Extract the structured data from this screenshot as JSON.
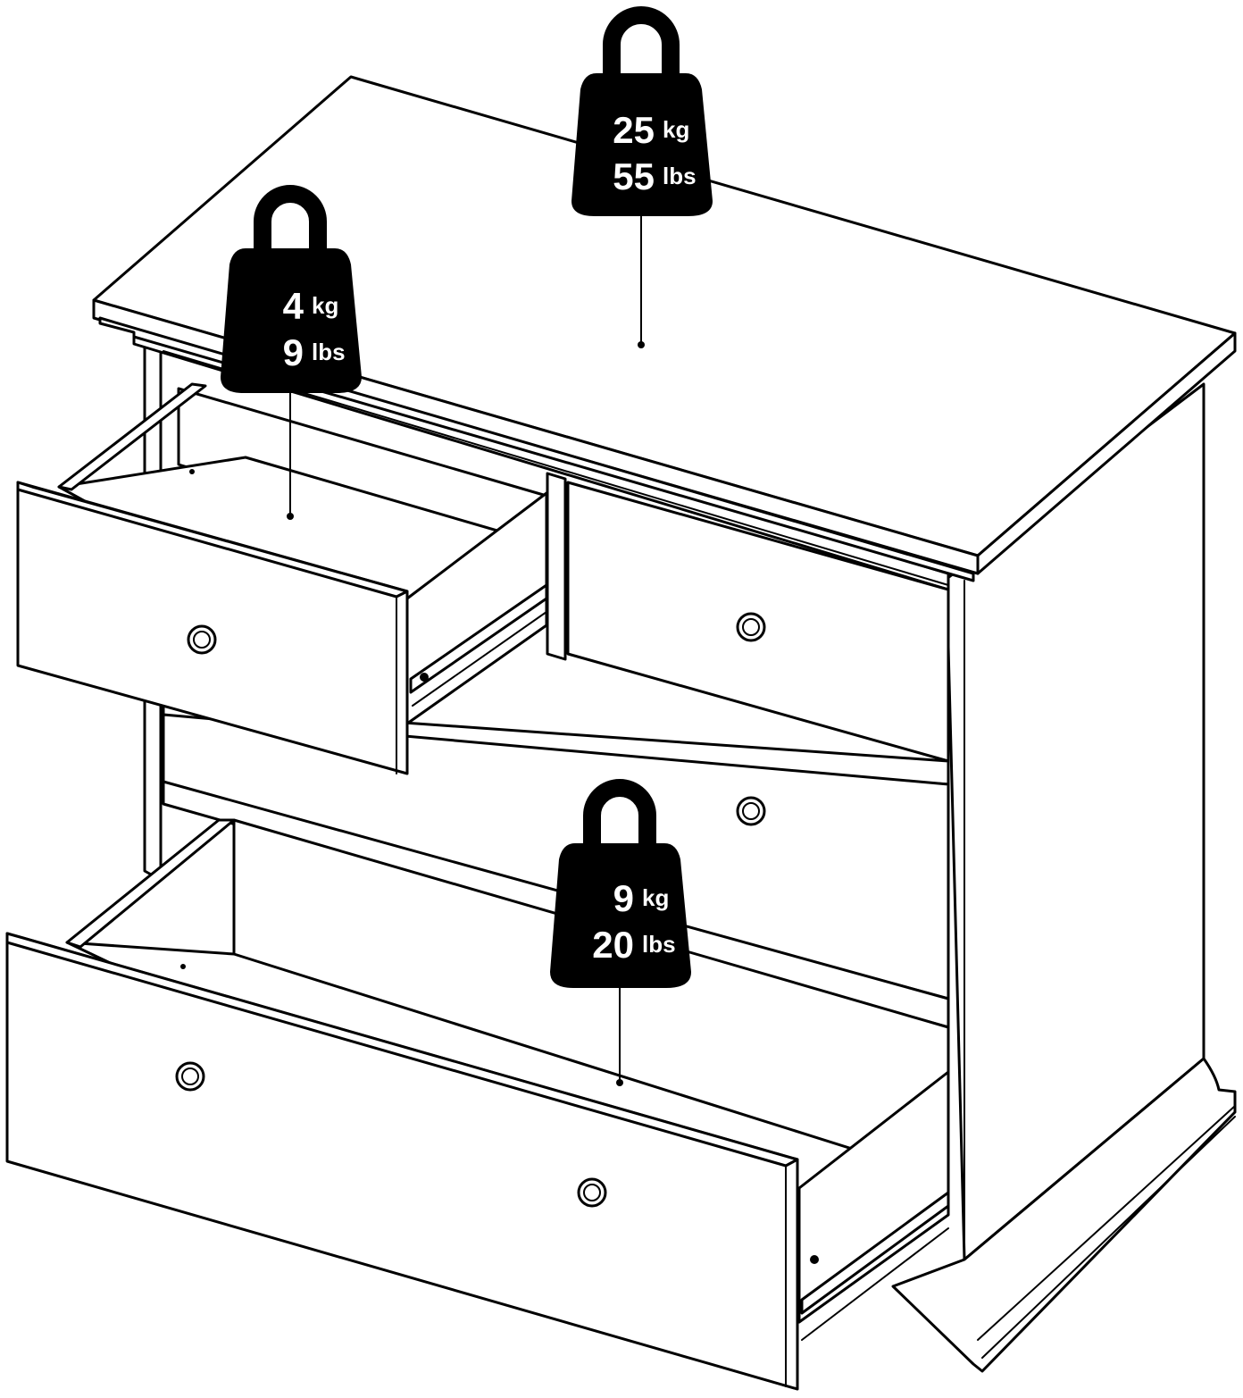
{
  "diagram": {
    "subject": "chest-of-drawers-load-capacity",
    "colors": {
      "line": "#000000",
      "background": "#ffffff",
      "weight_fill": "#000000",
      "weight_text": "#ffffff"
    },
    "weights": {
      "top": {
        "kg_value": "25",
        "kg_unit": "kg",
        "lbs_value": "55",
        "lbs_unit": "lbs"
      },
      "small_drawer": {
        "kg_value": "4",
        "kg_unit": "kg",
        "lbs_value": "9",
        "lbs_unit": "lbs"
      },
      "large_drawer": {
        "kg_value": "9",
        "kg_unit": "kg",
        "lbs_value": "20",
        "lbs_unit": "lbs"
      }
    }
  }
}
